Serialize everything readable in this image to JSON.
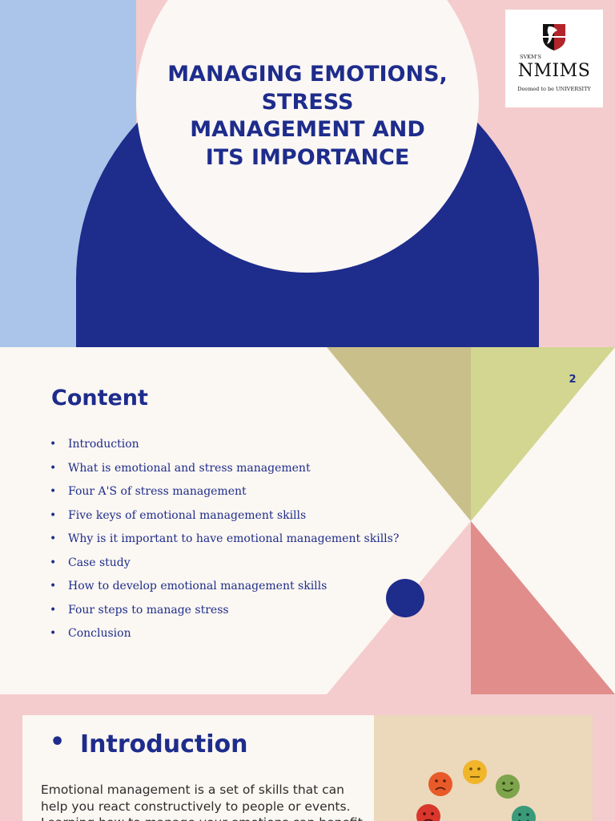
{
  "slide1": {
    "title_lines": [
      "MANAGING EMOTIONS,",
      "STRESS",
      "MANAGEMENT AND",
      " ITS IMPORTANCE"
    ],
    "logo": {
      "prefix": "SVKM'S",
      "name": "NMIMS",
      "tagline": "Deemed to be UNIVERSITY"
    },
    "colors": {
      "navy": "#1e2c8c",
      "light_blue": "#aac5e9",
      "pink": "#f4cccd",
      "cream": "#fbf7f4"
    }
  },
  "slide2": {
    "page_number": "2",
    "heading": "Content",
    "items": [
      "Introduction",
      "What is emotional and stress management",
      "Four A'S of stress management",
      "Five keys of emotional management skills",
      "Why is it important to have emotional management skills?",
      "Case study",
      "How to develop emotional management skills",
      "Four steps to manage stress",
      "Conclusion"
    ],
    "bullet": "•",
    "colors": {
      "olive": "#c9bf8a",
      "lime": "#d2d690",
      "pink": "#f4cccd",
      "rose": "#e08d8b",
      "navy": "#1e2c8c"
    }
  },
  "slide3": {
    "bullet": "•",
    "heading": "Introduction",
    "body": "Emotional management is a set of skills that can help you react constructively to people or events. Learning how to manage your emotions can benefit your",
    "image_icons": [
      "sad-face-icon",
      "neutral-face-icon",
      "smile-face-icon",
      "angry-face-icon",
      "happy-face-icon"
    ],
    "colors": {
      "panel": "#ecd8bb",
      "orange": "#e85a2a",
      "yellow": "#f1b52a",
      "green": "#7ea44c",
      "red": "#d9362c",
      "teal": "#3a9a7a"
    }
  }
}
